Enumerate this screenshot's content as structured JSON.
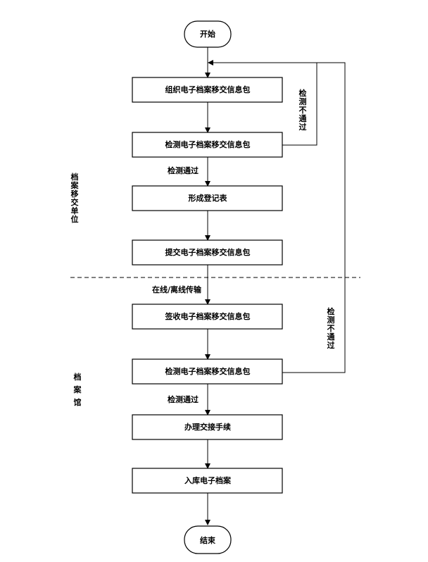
{
  "terminals": {
    "start": "开始",
    "end": "结束"
  },
  "steps": [
    "组织电子档案移交信息包",
    "检测电子档案移交信息包",
    "形成登记表",
    "提交电子档案移交信息包",
    "签收电子档案移交信息包",
    "检测电子档案移交信息包",
    "办理交接手续",
    "入库电子档案"
  ],
  "edge_labels": {
    "pass_1": "检测通过",
    "transfer": "在线/离线传输",
    "pass_2": "检测通过",
    "fail_1": [
      "检",
      "测",
      "不",
      "通",
      "过"
    ],
    "fail_2": [
      "检",
      "测",
      "不",
      "通",
      "过"
    ]
  },
  "regions": {
    "transfer_unit": [
      "档",
      "案",
      "移",
      "交",
      "单",
      "位"
    ],
    "archive": [
      "档",
      "案",
      "馆"
    ]
  }
}
